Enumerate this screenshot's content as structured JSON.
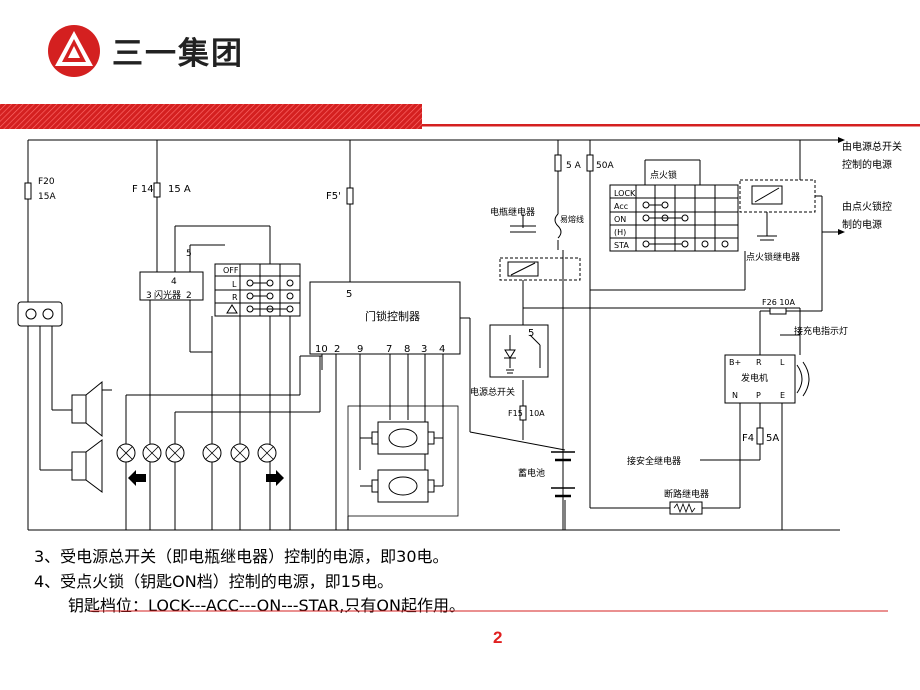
{
  "brand": {
    "name": "三一集团",
    "accent_color": "#d42020"
  },
  "diagram": {
    "fuse_labels": {
      "f20": "F20",
      "f20_rating": "15A",
      "f14": "F 14",
      "f14_rating": "15 A",
      "f5": "F5'",
      "f15": "F15",
      "f15_rating": "10A",
      "f4": "F4",
      "f4_rating": "5A",
      "f26": "F26 10A",
      "main_fuse_1": "5 A",
      "main_fuse_2": "50A",
      "fusible": "易熔线"
    },
    "components": {
      "flasher": "闪光器",
      "flasher_pins": [
        "3",
        "4",
        "5",
        "2"
      ],
      "door_lock_controller": "门锁控制器",
      "door_lock_pin_top": "5",
      "door_lock_pins_bottom": [
        "10",
        "2",
        "9",
        "7",
        "8",
        "3",
        "4"
      ],
      "battery_relay": "电瓶继电器",
      "ignition_switch": "点火锁",
      "ignition_rows": [
        "LOCK",
        "Acc",
        "ON",
        "(H)",
        "STA"
      ],
      "ignition_relay": "点火锁继电器",
      "power_main_switch": "电源总开关",
      "main_switch_pin": "5",
      "battery": "蓄电池",
      "generator": "发电机",
      "generator_terminals_top": [
        "B+",
        "R",
        "L"
      ],
      "generator_terminals_bottom": [
        "N",
        "P",
        "E"
      ],
      "charge_indicator": "接充电指示灯",
      "safety_relay": "接安全继电器",
      "cutoff_relay": "断路继电器",
      "light_switch_rows": [
        "OFF",
        "L",
        "R"
      ]
    },
    "annotations": {
      "from_main_switch_1": "由电源总开关",
      "from_main_switch_2": "控制的电源",
      "from_ignition_1": "由点火锁控",
      "from_ignition_2": "制的电源"
    }
  },
  "captions": {
    "line1": "3、受电源总开关（即电瓶继电器）控制的电源，即30电。",
    "line2": "4、受点火锁（钥匙ON档）控制的电源，即15电。",
    "line3": "钥匙档位：LOCK---ACC---ON---STAR,只有ON起作用。"
  },
  "page_number": "2"
}
